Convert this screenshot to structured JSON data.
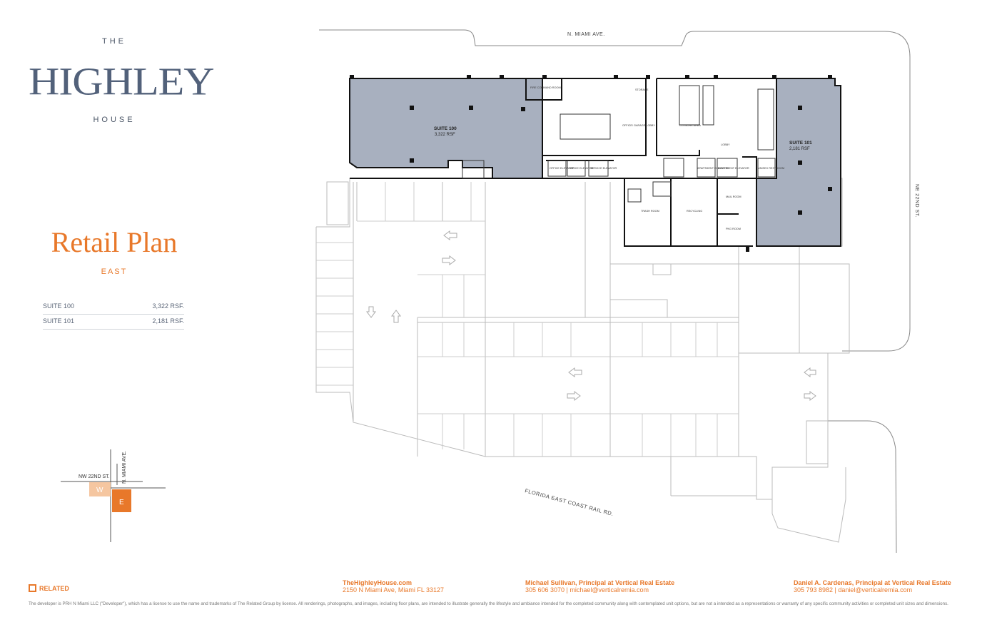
{
  "brand": {
    "the": "THE",
    "name": "HIGHLEY",
    "house": "HOUSE"
  },
  "plan": {
    "title": "Retail Plan",
    "subtitle": "EAST"
  },
  "suites": [
    {
      "name": "SUITE 100",
      "area": "3,322 RSF."
    },
    {
      "name": "SUITE 101",
      "area": "2,181 RSF."
    }
  ],
  "compass": {
    "street_nw": "NW 22ND ST.",
    "street_miami": "N. MIAMI AVE.",
    "west": "W",
    "east": "E"
  },
  "map_labels": {
    "n_miami_ave": "N. MIAMI AVE.",
    "ne_22nd": "NE 22ND ST.",
    "rail": "FLORIDA EAST COAST RAIL RD.",
    "suite100_name": "SUITE 100",
    "suite100_area": "3,322 RSF",
    "suite101_name": "SUITE 101",
    "suite101_area": "2,181 RSF",
    "rooms": [
      "FIRE COMMAND ROOM",
      "STORAGE",
      "OFFICE/ GARAGE LOBBY",
      "CO-WORK AREA",
      "LOBBY",
      "OFFICE ELEVATOR",
      "OFFICE ELEVATOR",
      "SERVICE ELEVATOR",
      "APARTMENT ELEVATOR",
      "APARTMENT ELEVATOR",
      "UNISEX RESTROOM",
      "TRASH ROOM",
      "RECYCLING",
      "MAIL ROOM",
      "PKG ROOM"
    ]
  },
  "related": "RELATED",
  "contacts": [
    {
      "line1": "TheHighleyHouse.com",
      "line2": "2150 N Miami Ave, Miami FL 33127"
    },
    {
      "line1": "Michael Sullivan, Principal at Vertical Real Estate",
      "line2": "305 606 3070  |  michael@verticalremia.com"
    },
    {
      "line1": "Daniel A. Cardenas, Principal at Vertical Real Estate",
      "line2": "305 793 8982  |  daniel@verticalremia.com"
    }
  ],
  "disclaimer": "The developer is PRH N Miami LLC (\"Developer\"), which has a license to use the name and trademarks of The Related Group by license. All renderings, photographs, and images, including floor plans, are intended to illustrate generally the lifestyle and ambiance intended for the completed community along with contemplated unit options, but are not a intended as a representations or warranty of any specific community activities or completed unit sizes and dimensions.",
  "colors": {
    "accent": "#e8782a",
    "suite_fill": "#a8b0bf",
    "compass_west": "#f5c6a0"
  }
}
